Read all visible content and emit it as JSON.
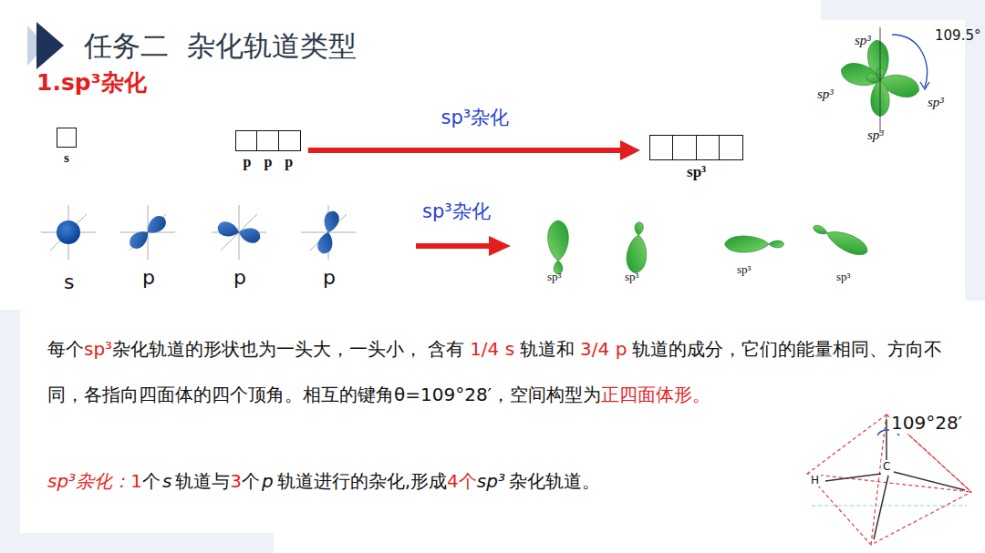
{
  "diagram": {
    "title": "任务二  杂化轨道类型",
    "nodes": [
      {
        "text": [
          "s"
        ]
      },
      {
        "text": [
          "p p p"
        ]
      },
      {
        "text": [
          "sp³"
        ]
      }
    ],
    "edges": [
      {
        "from": 1,
        "to": 2,
        "arrow": "to",
        "label": "sp³杂化"
      }
    ],
    "labels": [
      "1.sp³杂化",
      "sp³杂化",
      "sp³",
      "sp³",
      "sp³",
      "sp³",
      "109.5°",
      "s",
      "p",
      "p",
      "p",
      "sp³",
      "sp³",
      "sp³",
      "sp³",
      "每个",
      "sp³",
      "杂化轨道的形状也为一头大，一头小，",
      "含有",
      "1/4 s",
      "轨道和",
      "3/4 p",
      "轨道的成分，它们的能量相同、方向不同，各指向四面体的四个顶角。相互的键角θ=109°28′，空间构型为",
      "正四面体形。",
      "sp³杂化：",
      "1",
      "个",
      "s",
      "轨道与",
      "3",
      "个",
      "p",
      "轨道进行的杂化,形成",
      "4个",
      "sp³",
      "杂化轨道。",
      "109°28′",
      "H",
      "C"
    ]
  }
}
